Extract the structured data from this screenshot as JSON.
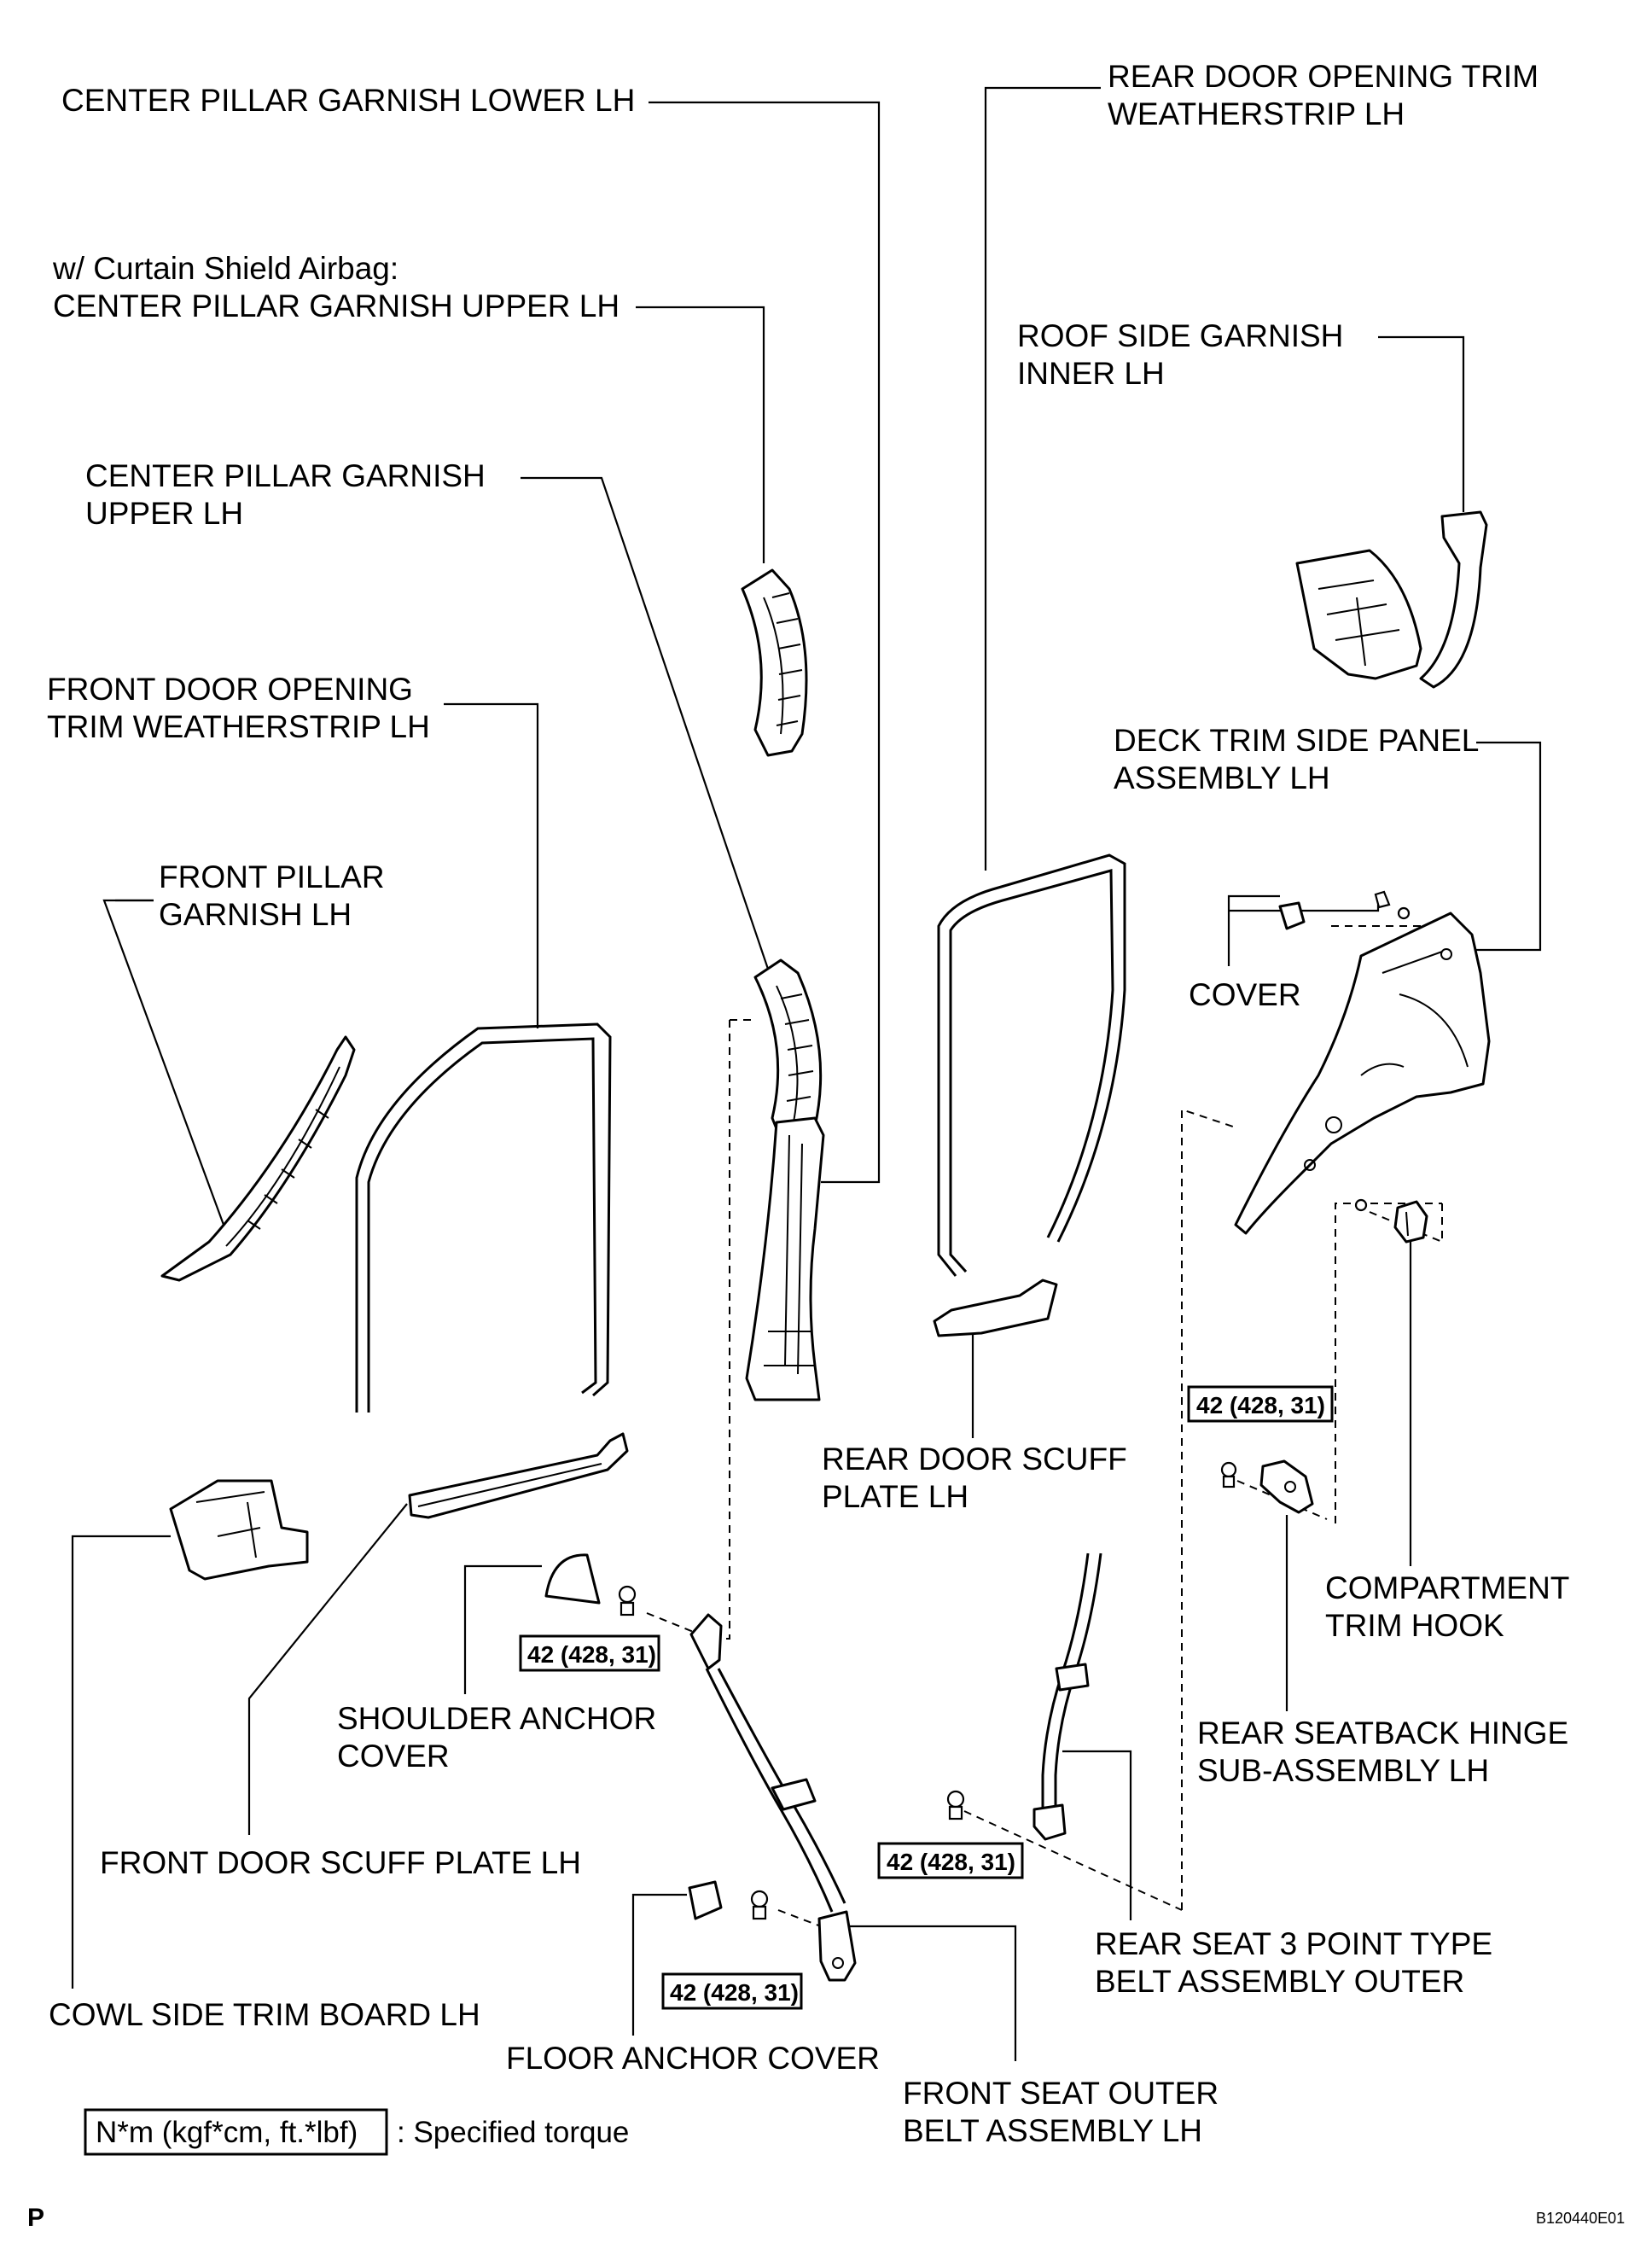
{
  "labels": {
    "center_pillar_lower": "CENTER PILLAR GARNISH LOWER LH",
    "curtain_note": "w/ Curtain Shield Airbag:",
    "center_pillar_upper_airbag": "CENTER PILLAR GARNISH UPPER LH",
    "center_pillar_upper_1": "CENTER PILLAR GARNISH",
    "center_pillar_upper_2": "UPPER LH",
    "front_door_ws_1": "FRONT DOOR OPENING",
    "front_door_ws_2": "TRIM WEATHERSTRIP LH",
    "front_pillar_1": "FRONT PILLAR",
    "front_pillar_2": "GARNISH LH",
    "rear_door_ws_1": "REAR DOOR OPENING TRIM",
    "rear_door_ws_2": "WEATHERSTRIP LH",
    "roof_side_1": "ROOF SIDE GARNISH",
    "roof_side_2": "INNER LH",
    "deck_trim_1": "DECK TRIM SIDE PANEL",
    "deck_trim_2": "ASSEMBLY LH",
    "cover": "COVER",
    "rear_scuff_1": "REAR DOOR SCUFF",
    "rear_scuff_2": "PLATE LH",
    "compartment_hook_1": "COMPARTMENT",
    "compartment_hook_2": "TRIM HOOK",
    "rear_hinge_1": "REAR SEATBACK HINGE",
    "rear_hinge_2": "SUB-ASSEMBLY LH",
    "shoulder_cover_1": "SHOULDER ANCHOR",
    "shoulder_cover_2": "COVER",
    "front_scuff": "FRONT DOOR SCUFF PLATE LH",
    "cowl_side": "COWL SIDE TRIM BOARD LH",
    "floor_anchor": "FLOOR ANCHOR COVER",
    "rear_belt_1": "REAR SEAT 3 POINT TYPE",
    "rear_belt_2": "BELT ASSEMBLY OUTER",
    "front_belt_1": "FRONT SEAT OUTER",
    "front_belt_2": "BELT ASSEMBLY LH"
  },
  "torque": {
    "t1": "42 (428, 31)",
    "t2": "42 (428, 31)",
    "t3": "42 (428, 31)",
    "t4": "42 (428, 31)"
  },
  "legend": {
    "unit": "N*m (kgf*cm, ft.*lbf)",
    "text": ": Specified torque"
  },
  "corner": {
    "page_mark": "P",
    "figure_id": "B120440E01"
  }
}
